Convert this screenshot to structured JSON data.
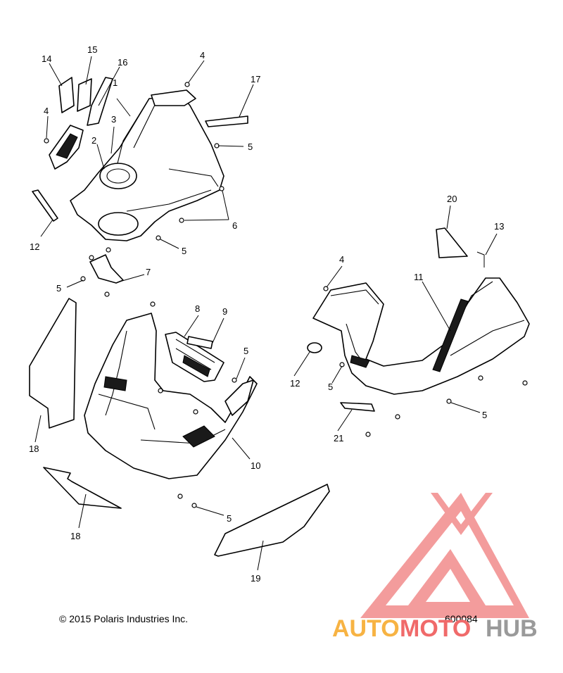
{
  "diagram": {
    "copyright": "© 2015 Polaris Industries Inc.",
    "figure_number": "600084",
    "callouts": [
      "1",
      "2",
      "3",
      "4",
      "4",
      "4",
      "5",
      "5",
      "5",
      "5",
      "5",
      "5",
      "5",
      "6",
      "7",
      "8",
      "9",
      "10",
      "11",
      "12",
      "12",
      "13",
      "14",
      "15",
      "16",
      "17",
      "18",
      "18",
      "19",
      "20",
      "21"
    ]
  },
  "watermark": {
    "brand_part1": "AUTO",
    "brand_part2": "MOTO",
    "brand_part3": "HUB",
    "color_orange": "#f7b343",
    "color_red": "#f06a6a",
    "color_gray": "#9a9a9a"
  }
}
